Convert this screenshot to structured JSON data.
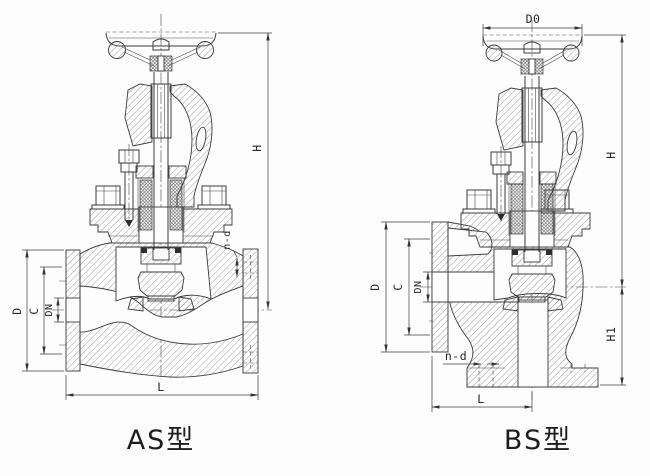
{
  "drawing": {
    "kind": "valve-sectional-technical-drawing",
    "captions": {
      "left": "AS型",
      "right": "BS型"
    },
    "dimension_labels": {
      "d0": "D0",
      "h": "H",
      "h1": "H1",
      "d": "D",
      "c": "C",
      "dn": "DN",
      "n_d": "n-d",
      "l": "L"
    },
    "colors": {
      "background": "#fdfdfd",
      "line": "#3a3a3a",
      "text": "#262626"
    }
  }
}
